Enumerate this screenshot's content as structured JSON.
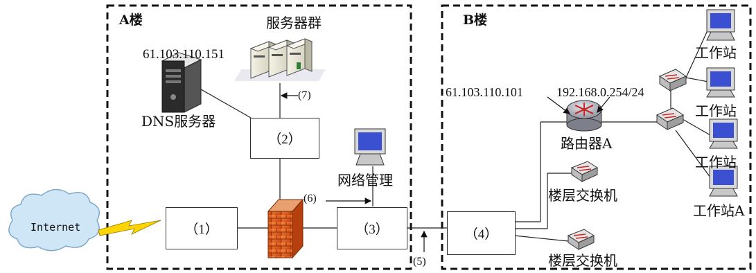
{
  "buildings": {
    "a_label": "A楼",
    "b_label": "B楼"
  },
  "labels": {
    "server_group": "服务器群",
    "dns_ip": "61.103.110.151",
    "dns_server": "DNS服务器",
    "router_ext_ip": "61.103.110.101",
    "router_int_ip": "192.168.0.254/24",
    "router": "路由器A",
    "net_mgmt": "网络管理",
    "floor_switch_1": "楼层交换机",
    "floor_switch_2": "楼层交换机",
    "ws_1": "工作站",
    "ws_2": "工作站",
    "ws_3": "工作站",
    "ws_a": "工作站A",
    "internet": "Internet"
  },
  "boxes": {
    "b1": "（1）",
    "b2": "（2）",
    "b3": "（3）",
    "b4": "（4）"
  },
  "markers": {
    "m5": "(5)",
    "m6": "(6)",
    "m7": "(7)"
  },
  "colors": {
    "firewall": "#e8622a",
    "lightning": "#ffd400",
    "cloud": "#cfe6f7",
    "router": "#b9bcc4",
    "monitor_screen": "#3b4fd1"
  }
}
